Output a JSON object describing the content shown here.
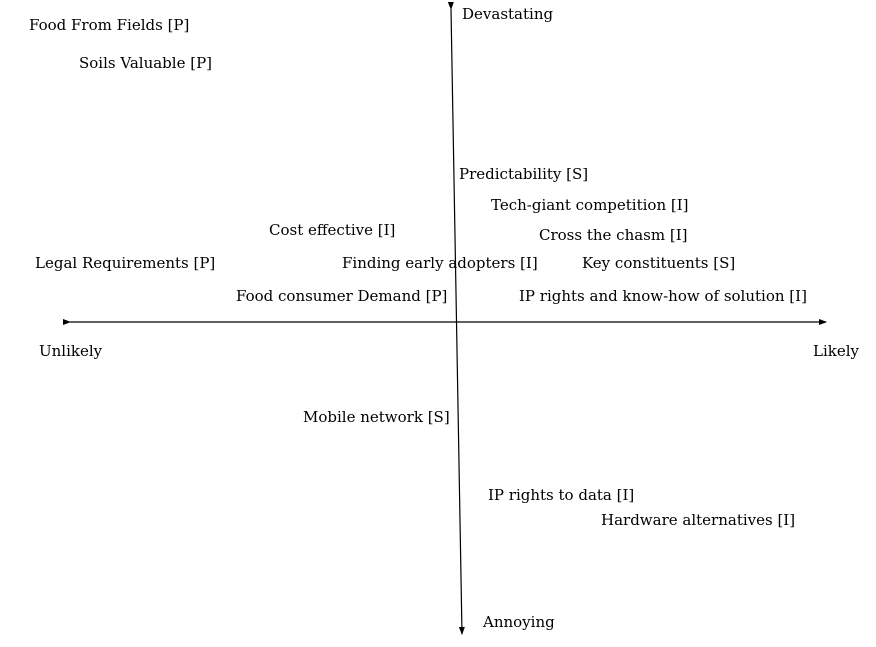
{
  "axes": {
    "x_min_label": "Unlikely",
    "x_max_label": "Likely",
    "y_max_label": "Devastating",
    "y_min_label": "Annoying",
    "line_color": "#000000"
  },
  "risks": {
    "food_from_fields": "Food From Fields [P]",
    "soils_valuable": "Soils Valuable [P]",
    "predictability": "Predictability [S]",
    "tech_giant": "Tech-giant competition [I]",
    "cost_effective": "Cost effective [I]",
    "cross_chasm": "Cross the chasm [I]",
    "legal_requirements": "Legal Requirements [P]",
    "finding_early_adopters": "Finding early adopters [I]",
    "key_constituents": "Key constituents [S]",
    "food_consumer_demand": "Food consumer Demand [P]",
    "ip_rights_solution": "IP rights and know-how of solution [I]",
    "mobile_network": "Mobile network [S]",
    "ip_rights_data": "IP rights to data [I]",
    "hardware_alternatives": "Hardware alternatives [I]"
  }
}
